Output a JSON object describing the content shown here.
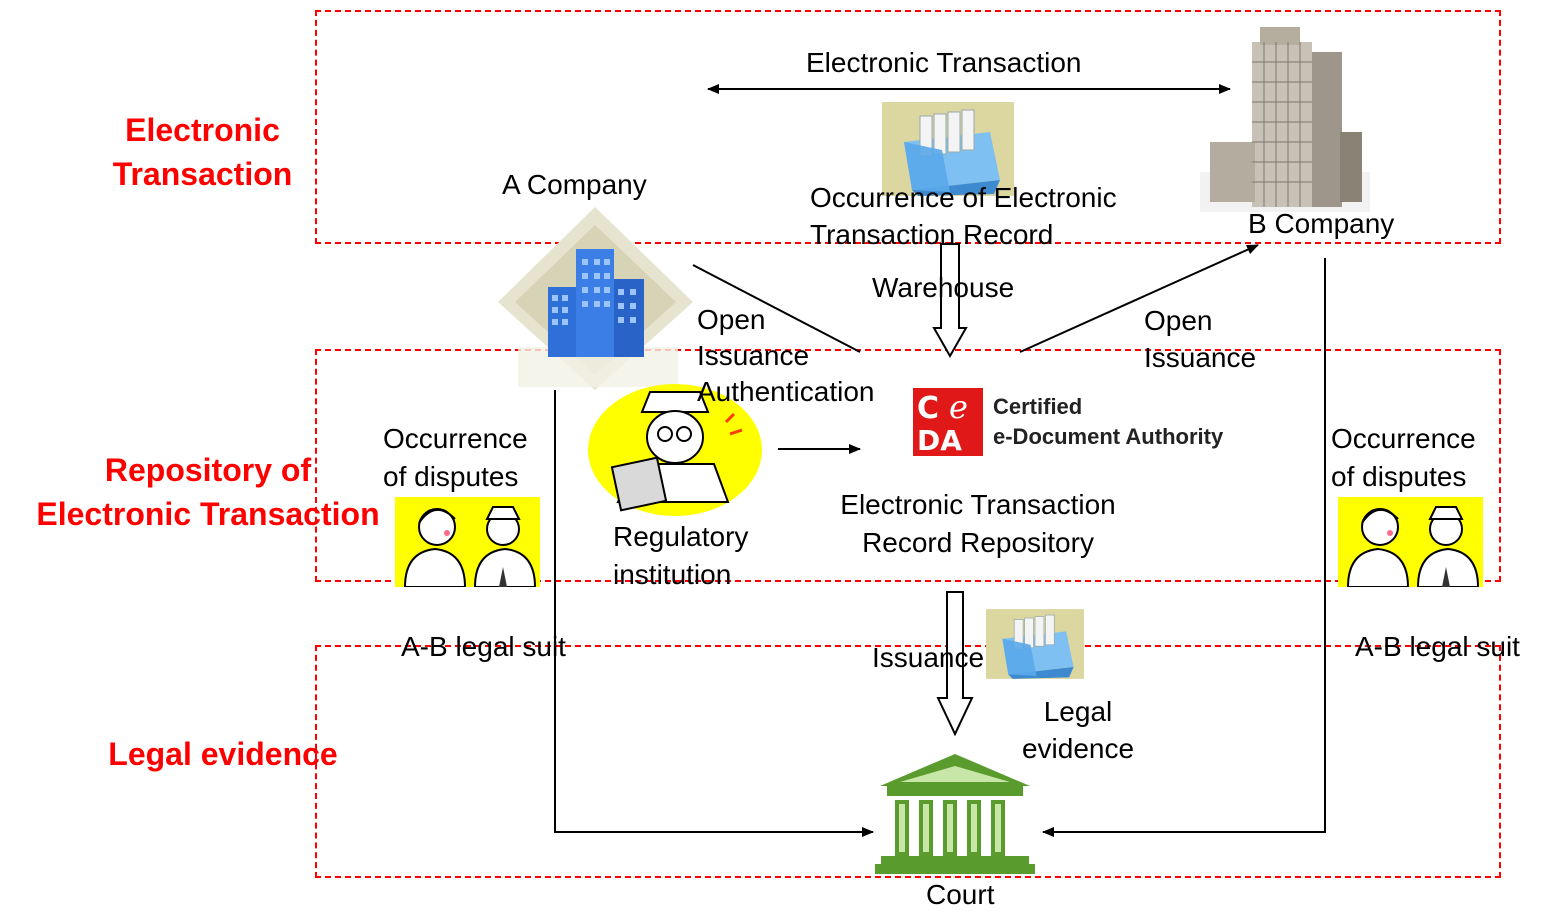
{
  "sections": {
    "electronic_transaction": "Electronic\nTransaction",
    "repository": "Repository of\nElectronic Transaction",
    "legal_evidence": "Legal evidence"
  },
  "labels": {
    "electronic_transaction_top": "Electronic Transaction",
    "a_company": "A Company",
    "b_company": "B Company",
    "occurrence_record": "Occurrence of Electronic\nTransaction Record",
    "warehouse": "Warehouse",
    "open_issuance_auth": "Open\nIssuance\nAuthentication",
    "open_issuance_right": "Open\nIssuance",
    "occurrence_disputes_left": "Occurrence\nof disputes",
    "occurrence_disputes_right": "Occurrence\nof disputes",
    "regulatory": "Regulatory\ninstitution",
    "repository_label": "Electronic Transaction\nRecord Repository",
    "ab_suit_left": "A-B legal suit",
    "ab_suit_right": "A-B legal suit",
    "issuance": "Issuance",
    "legal_evidence_label": "Legal\nevidence",
    "court": "Court"
  },
  "logo": {
    "line1": "Certified",
    "line2": "e-Document Authority",
    "colors": {
      "red": "#e01818",
      "text": "#222222"
    }
  },
  "colors": {
    "dashed_border": "#ff0000",
    "section_text": "#ff0000",
    "court_green": "#5a9b2e",
    "building_blue": "#2f6fd8",
    "bubble_yellow": "#ffff00"
  }
}
